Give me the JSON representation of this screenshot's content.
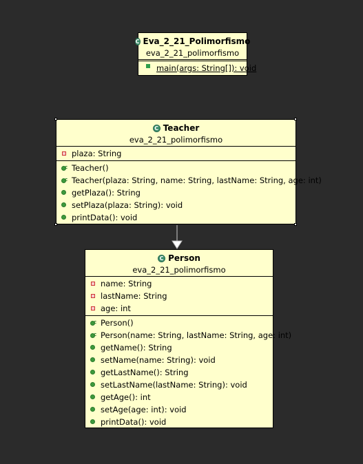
{
  "main_class": {
    "name": "Eva_2_21_Polimorfismo",
    "package": "eva_2_21_polimorfismo",
    "methods": [
      {
        "visibility": "public-static",
        "text": "main(args: String[]): void"
      }
    ]
  },
  "teacher": {
    "name": "Teacher",
    "package": "eva_2_21_polimorfismo",
    "fields": [
      {
        "visibility": "private",
        "text": "plaza: String"
      }
    ],
    "methods": [
      {
        "visibility": "constructor",
        "text": "Teacher()"
      },
      {
        "visibility": "constructor",
        "text": "Teacher(plaza: String, name: String, lastName: String, age: int)"
      },
      {
        "visibility": "public",
        "text": "getPlaza(): String"
      },
      {
        "visibility": "public",
        "text": "setPlaza(plaza: String): void"
      },
      {
        "visibility": "public",
        "text": "printData(): void"
      }
    ]
  },
  "person": {
    "name": "Person",
    "package": "eva_2_21_polimorfismo",
    "fields": [
      {
        "visibility": "private",
        "text": "name: String"
      },
      {
        "visibility": "private",
        "text": "lastName: String"
      },
      {
        "visibility": "private",
        "text": "age: int"
      }
    ],
    "methods": [
      {
        "visibility": "constructor",
        "text": "Person()"
      },
      {
        "visibility": "constructor",
        "text": "Person(name: String, lastName: String, age: int)"
      },
      {
        "visibility": "public",
        "text": "getName(): String"
      },
      {
        "visibility": "public",
        "text": "setName(name: String): void"
      },
      {
        "visibility": "public",
        "text": "getLastName(): String"
      },
      {
        "visibility": "public",
        "text": "setLastName(lastName: String): void"
      },
      {
        "visibility": "public",
        "text": "getAge(): int"
      },
      {
        "visibility": "public",
        "text": "setAge(age: int): void"
      },
      {
        "visibility": "public",
        "text": "printData(): void"
      }
    ]
  },
  "relationships": [
    {
      "type": "generalization",
      "from": "Teacher",
      "to": "Person"
    }
  ],
  "colors": {
    "canvas": "#2b2b2b",
    "class_fill": "#ffffcc",
    "class_icon": "#3d8f6d"
  }
}
